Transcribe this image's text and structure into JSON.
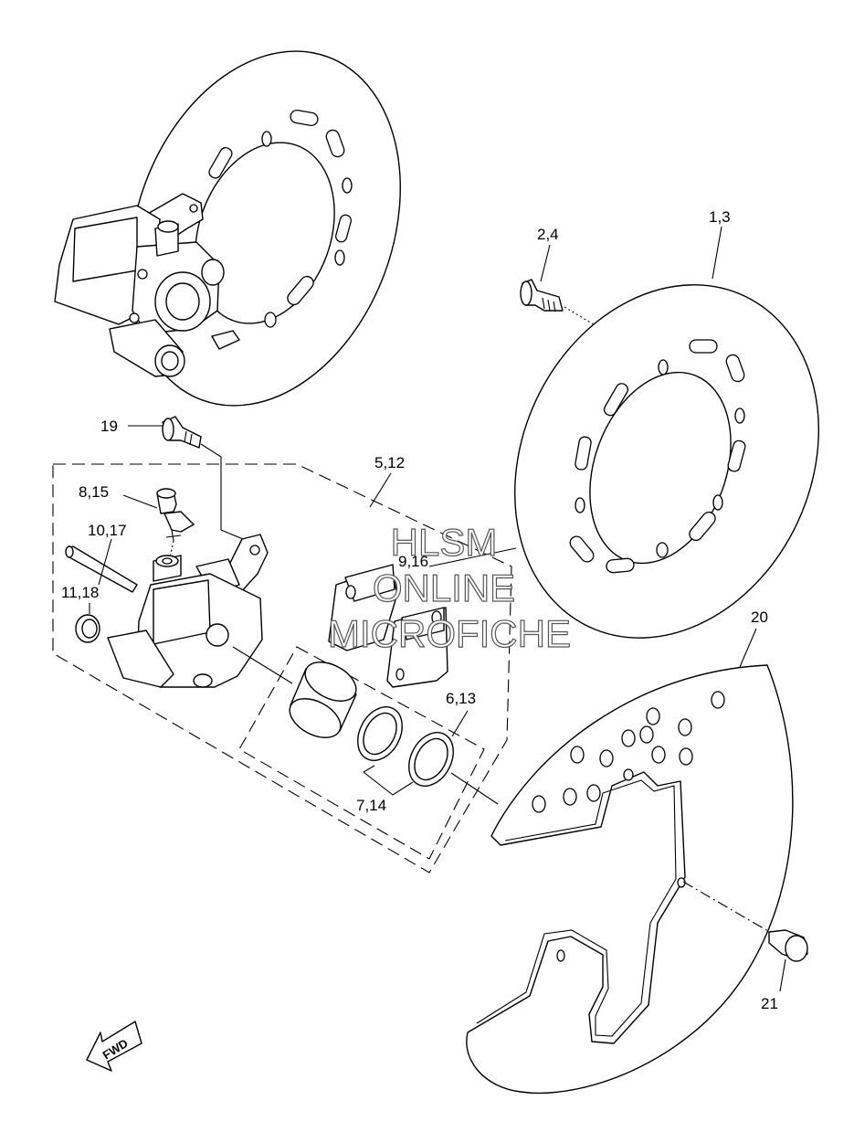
{
  "callouts": {
    "c1_3": "1,3",
    "c2_4": "2,4",
    "c5_12": "5,12",
    "c6_13": "6,13",
    "c7_14": "7,14",
    "c8_15": "8,15",
    "c9_16": "9,16",
    "c10_17": "10,17",
    "c11_18": "11,18",
    "c19": "19",
    "c20": "20",
    "c21": "21"
  },
  "watermark": {
    "line1": "HLSM",
    "line2": "ONLINE",
    "line3": "MICROFICHE"
  },
  "fwd_label": "FWD",
  "icons": {
    "fwd_arrow": "fwd-arrow-icon"
  },
  "colors": {
    "line": "#000000",
    "background": "#ffffff"
  }
}
